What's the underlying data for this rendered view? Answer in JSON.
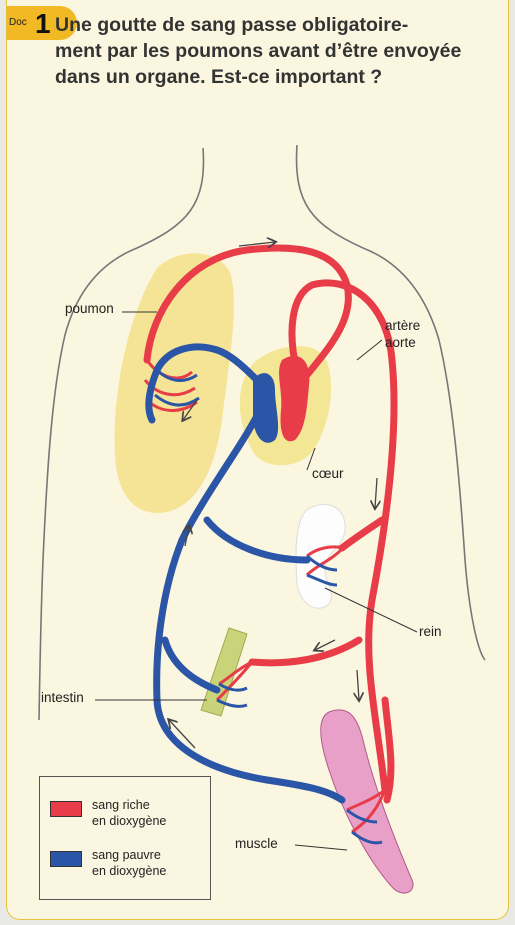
{
  "badge": {
    "doc": "Doc",
    "number": "1"
  },
  "title": {
    "line1": "Une goutte de sang passe obligatoire-",
    "line2": "ment par les poumons avant d’être envoyée",
    "line3": "dans un organe. Est-ce important ?"
  },
  "labels": {
    "poumon": "poumon",
    "artere_line1": "artère",
    "artere_line2": "aorte",
    "coeur": "cœur",
    "rein": "rein",
    "intestin": "intestin",
    "muscle": "muscle"
  },
  "legend": {
    "rich_line1": "sang riche",
    "rich_line2": "en dioxygène",
    "poor_line1": "sang pauvre",
    "poor_line2": "en dioxygène"
  },
  "colors": {
    "oxygen_rich": "#e83c48",
    "oxygen_poor": "#2b55a6",
    "lung": "#f3e08a",
    "heart_sac": "#f2e58e",
    "kidney": "#fdfdfd",
    "intestine": "#c9d47a",
    "muscle": "#e8a0c8",
    "badge": "#f1b924"
  }
}
